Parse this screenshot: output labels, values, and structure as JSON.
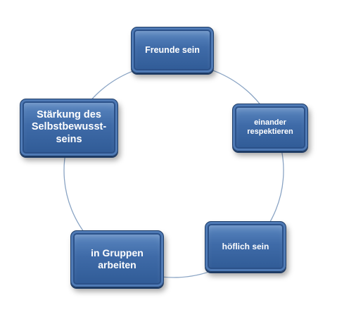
{
  "diagram": {
    "type": "cycle",
    "nodes": [
      {
        "id": "friends",
        "label": "Freunde sein"
      },
      {
        "id": "respect",
        "label": "einander\nrespektieren"
      },
      {
        "id": "polite",
        "label": "höflich sein"
      },
      {
        "id": "groups",
        "label": "in Gruppen\narbeiten"
      },
      {
        "id": "selfesteem",
        "label": "Stärkung des\nSelbstbewusst-\nseins"
      }
    ],
    "colors": {
      "box_fill": "#3f6ba8",
      "box_border": "#1e3d68",
      "text": "#ffffff",
      "ring": "#8aa4c4"
    }
  }
}
